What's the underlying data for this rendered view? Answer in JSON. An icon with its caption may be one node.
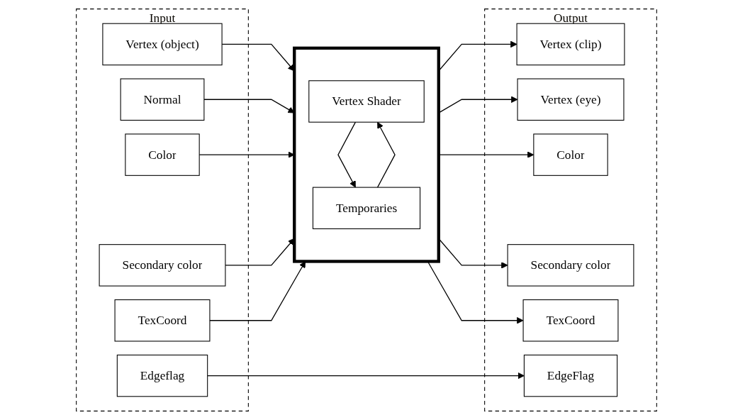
{
  "diagram": {
    "nodes": [
      {
        "text": [
          "Input"
        ]
      },
      {
        "text": [
          "Vertex (object)"
        ],
        "in": 0
      },
      {
        "text": [
          "Normal"
        ],
        "in": 0
      },
      {
        "text": [
          "Color"
        ],
        "in": 0
      },
      {
        "text": [
          "Secondary color"
        ],
        "in": 0
      },
      {
        "text": [
          "TexCoord"
        ],
        "in": 0
      },
      {
        "text": [
          "Edgeflag"
        ],
        "in": 0
      },
      {
        "text": [],
        "shape": "box"
      },
      {
        "text": [
          "Vertex Shader"
        ],
        "in": 7
      },
      {
        "text": [
          "Temporaries"
        ],
        "in": 7
      },
      {
        "text": [
          "Output"
        ]
      },
      {
        "text": [
          "Vertex (clip)"
        ],
        "in": 10
      },
      {
        "text": [
          "Vertex (eye)"
        ],
        "in": 10
      },
      {
        "text": [
          "Color"
        ],
        "in": 10
      },
      {
        "text": [
          "Secondary color"
        ],
        "in": 10
      },
      {
        "text": [
          "TexCoord"
        ],
        "in": 10
      },
      {
        "text": [
          "EdgeFlag"
        ],
        "in": 10
      }
    ],
    "edges": [
      {
        "from": 1,
        "to": 7,
        "arrow": "to"
      },
      {
        "from": 2,
        "to": 7,
        "arrow": "to"
      },
      {
        "from": 3,
        "to": 7,
        "arrow": "to"
      },
      {
        "from": 4,
        "to": 7,
        "arrow": "to"
      },
      {
        "from": 5,
        "to": 7,
        "arrow": "to"
      },
      {
        "from": 6,
        "to": 16,
        "arrow": "to"
      },
      {
        "from": 7,
        "to": 11,
        "arrow": "to"
      },
      {
        "from": 7,
        "to": 12,
        "arrow": "to"
      },
      {
        "from": 7,
        "to": 13,
        "arrow": "to"
      },
      {
        "from": 7,
        "to": 14,
        "arrow": "to"
      },
      {
        "from": 7,
        "to": 15,
        "arrow": "to"
      },
      {
        "from": 8,
        "to": 9,
        "arrow": "to"
      },
      {
        "from": 9,
        "to": 8,
        "arrow": "to"
      }
    ]
  }
}
